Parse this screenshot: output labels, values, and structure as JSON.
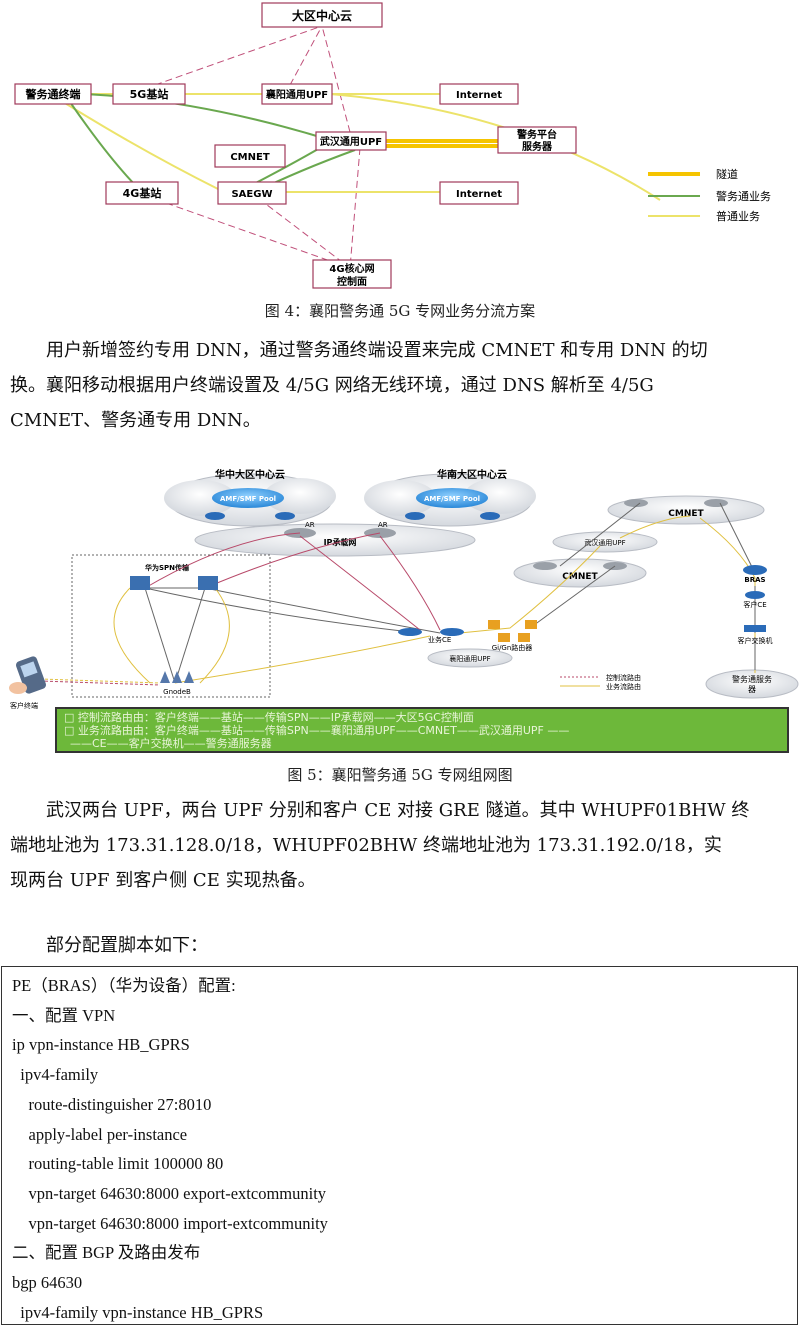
{
  "figure1": {
    "nodes": {
      "dq": "大区中心云",
      "terminal": "警务通终端",
      "bs5g": "5G基站",
      "xyupf": "襄阳通用UPF",
      "internet1": "Internet",
      "cmnet": "CMNET",
      "whupf": "武汉通用UPF",
      "police_server": [
        "警务平台",
        "服务器"
      ],
      "bs4g": "4G基站",
      "saegw": "SAEGW",
      "internet2": "Internet",
      "core4g": [
        "4G核心网",
        "控制面"
      ]
    },
    "legend": [
      {
        "label": "隧道",
        "color": "#f5c400"
      },
      {
        "label": "警务通业务",
        "color": "#6aa84f"
      },
      {
        "label": "普通业务",
        "color": "#f0e060"
      }
    ],
    "caption": "图 4：襄阳警务通 5G 专网业务分流方案"
  },
  "paragraph1": [
    "用户新增签约专用 DNN，通过警务通终端设置来完成 CMNET 和专用 DNN 的切",
    "换。襄阳移动根据用户终端设置及 4/5G 网络无线环境，通过 DNS 解析至 4/5G",
    "CMNET、警务通专用 DNN。"
  ],
  "figure2": {
    "labels": {
      "huazhong": "华中大区中心云",
      "huanan": "华南大区中心云",
      "amf1": "AMF/SMF Pool",
      "amf2": "AMF/SMF Pool",
      "ar1": "AR",
      "ar2": "AR",
      "ipnet": "IP承载网",
      "cmnet_top": "CMNET",
      "whupf": "武汉通用UPF",
      "cmnet_mid": "CMNET",
      "bras": "BRAS",
      "cust_ce": "客户CE",
      "spn": "华为SPN传输",
      "biz_ce": "业务CE",
      "gign": "Gi/Gn路由器",
      "cust_switch": "客户交换机",
      "xyupf": "襄阳通用UPF",
      "gnodeb": "GnodeB",
      "police_server": [
        "警务通服务",
        "器"
      ],
      "terminal": "客户终端"
    },
    "legend": [
      {
        "label": "控制流路由",
        "color": "#b84a6a"
      },
      {
        "label": "业务流路由",
        "color": "#e0c040"
      }
    ],
    "banner_lines": [
      "□  控制流路由由：客户终端——基站——传输SPN——IP承载网——大区5GC控制面",
      "□  业务流路由由：客户终端——基站——传输SPN——襄阳通用UPF——CMNET——武汉通用UPF ——",
      "——CE——客户交换机——警务通服务器"
    ],
    "caption": "图 5：襄阳警务通 5G 专网组网图"
  },
  "paragraph2": [
    "武汉两台 UPF，两台 UPF 分别和客户 CE 对接 GRE 隧道。其中 WHUPF01BHW 终",
    "端地址池为 173.31.128.0/18，WHUPF02BHW 终端地址池为 173.31.192.0/18，实",
    "现两台 UPF 到客户侧 CE 实现热备。"
  ],
  "paragraph3": "部分配置脚本如下：",
  "code": [
    "PE（BRAS）（华为设备）配置:",
    "一、配置 VPN",
    "ip vpn-instance HB_GPRS",
    "  ipv4-family",
    "    route-distinguisher 27:8010",
    "    apply-label per-instance",
    "    routing-table limit 100000 80",
    "    vpn-target 64630:8000 export-extcommunity",
    "    vpn-target 64630:8000 import-extcommunity",
    "二、配置 BGP 及路由发布",
    "bgp 64630",
    "  ipv4-family vpn-instance HB_GPRS"
  ]
}
